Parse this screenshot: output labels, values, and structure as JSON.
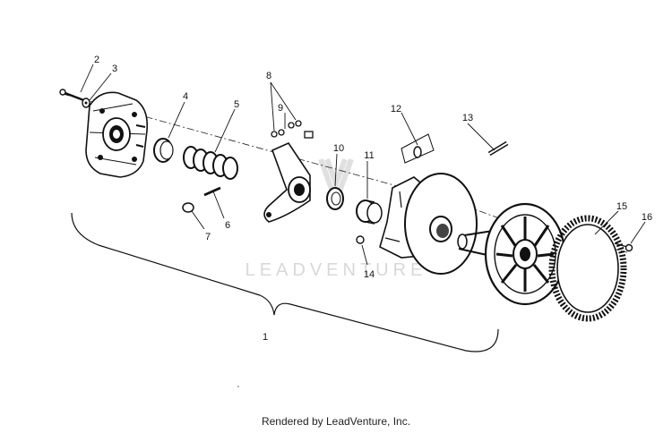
{
  "diagram": {
    "watermark_text": "LEADVENTURE",
    "footer_text": "Rendered by LeadVenture, Inc.",
    "callouts": [
      "1",
      "2",
      "3",
      "4",
      "5",
      "6",
      "7",
      "8",
      "9",
      "10",
      "11",
      "12",
      "13",
      "14",
      "15",
      "16"
    ],
    "colors": {
      "ink": "#111111",
      "watermark": "#d8d8d8",
      "background": "#ffffff"
    }
  }
}
